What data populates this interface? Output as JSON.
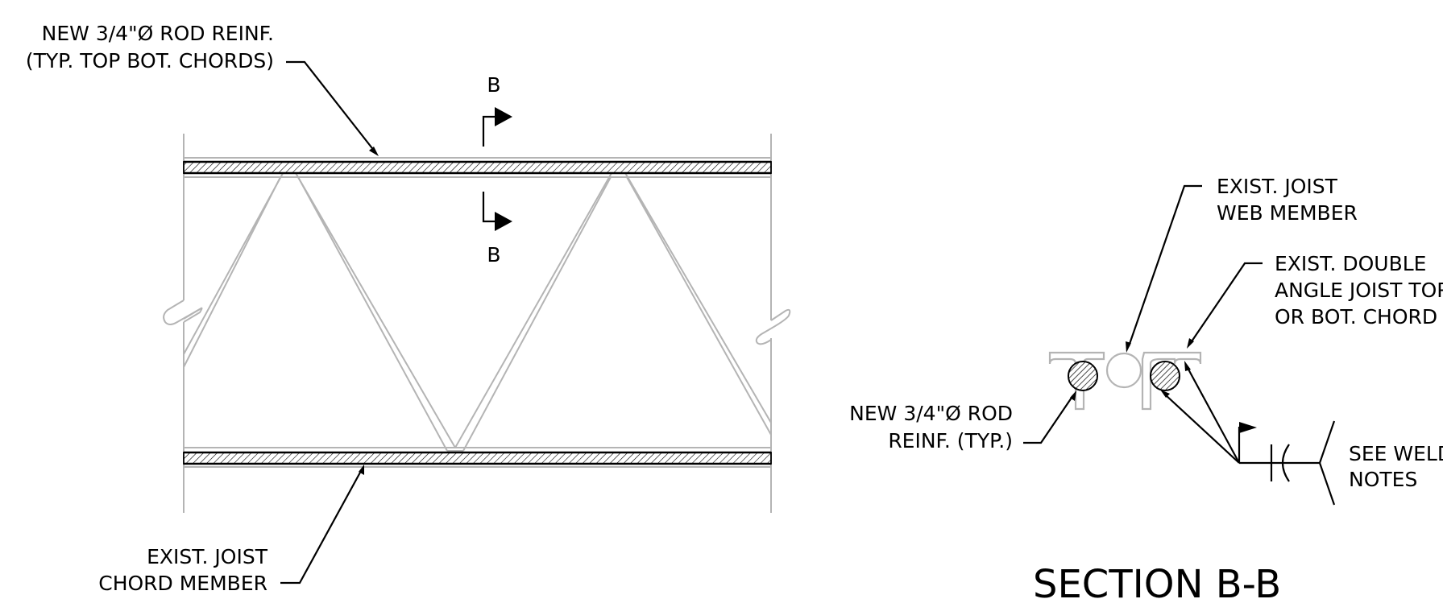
{
  "labels": {
    "rod_reinf_line1": "NEW 3/4\"Ø ROD REINF.",
    "rod_reinf_line2": "(TYP. TOP BOT. CHORDS)",
    "section_mark_top": "B",
    "section_mark_bottom": "B",
    "chord_member_line1": "EXIST. JOIST",
    "chord_member_line2": "CHORD MEMBER",
    "web_member_line1": "EXIST. JOIST",
    "web_member_line2": "WEB MEMBER",
    "double_angle_line1": "EXIST. DOUBLE",
    "double_angle_line2": "ANGLE JOIST TOP",
    "double_angle_line3": "OR BOT. CHORD",
    "rod_typ_line1": "NEW 3/4\"Ø ROD",
    "rod_typ_line2": "REINF. (TYP.)",
    "weld_line1": "SEE WELD",
    "weld_line2": "NOTES",
    "section_title": "SECTION B-B"
  },
  "colors": {
    "existing": "#b4b4b4",
    "new_work": "#000000"
  }
}
